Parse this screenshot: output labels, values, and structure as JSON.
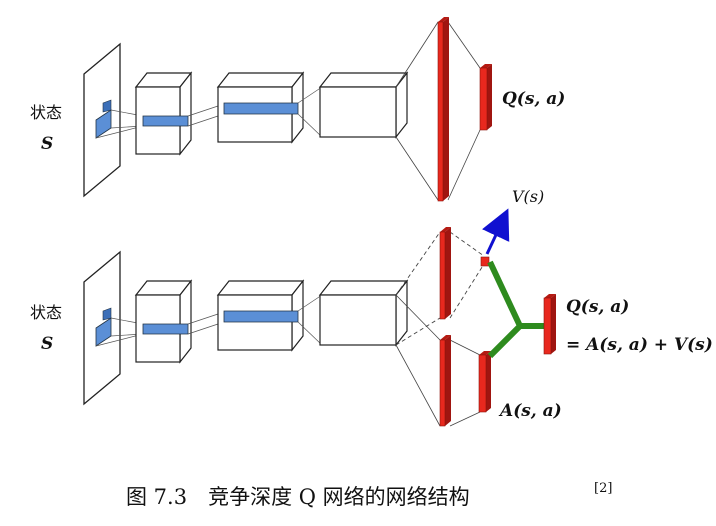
{
  "top_network": {
    "state_label": "状态",
    "state_symbol": "S",
    "output_label": "Q(s, a)"
  },
  "bottom_network": {
    "state_label": "状态",
    "state_symbol": "S",
    "value_label": "V(s)",
    "advantage_label": "A(s, a)",
    "output_label": "Q(s, a)",
    "output_equation": "= A(s, a) + V(s)"
  },
  "caption": {
    "text": "图 7.3　竞争深度 Q 网络的网络结构",
    "reference": "[2]"
  },
  "colors": {
    "feature_blue": "#5b8fd6",
    "fc_red": "#e8281e",
    "merge_green": "#2e8b1e",
    "arrow_blue": "#1010d0"
  }
}
